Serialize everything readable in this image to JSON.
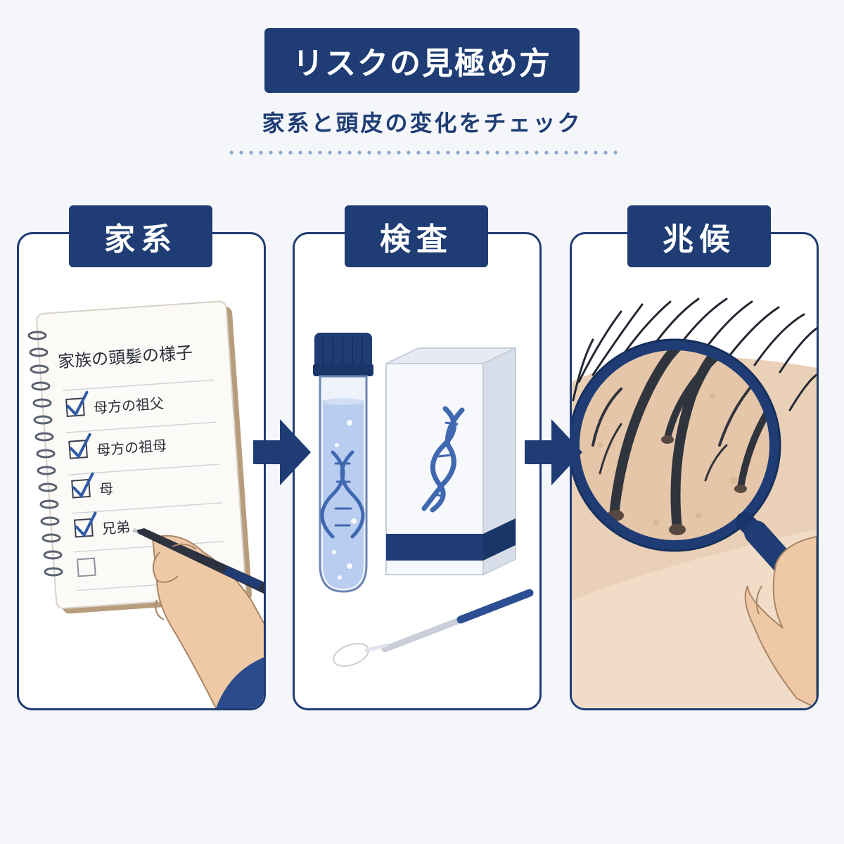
{
  "header": {
    "title": "リスクの見極め方",
    "subtitle": "家系と頭皮の変化をチェック"
  },
  "panels": [
    {
      "label": "家系",
      "notebook": {
        "heading": "家族の頭髪の様子",
        "items": [
          {
            "text": "母方の祖父",
            "checked": true
          },
          {
            "text": "母方の祖母",
            "checked": true
          },
          {
            "text": "母",
            "checked": true
          },
          {
            "text": "兄弟",
            "checked": true
          },
          {
            "text": "",
            "checked": false
          }
        ]
      }
    },
    {
      "label": "検査"
    },
    {
      "label": "兆候"
    }
  ],
  "colors": {
    "navy": "#1f3d74",
    "accent_blue": "#3f68b1",
    "background": "#f4f6f9",
    "skin": "#e9c9aa"
  },
  "icons": [
    "arrow-right-icon",
    "checkbox-icon",
    "dna-icon",
    "magnifier-icon",
    "pen-icon",
    "test-tube-icon",
    "swab-icon",
    "kit-box-icon"
  ]
}
